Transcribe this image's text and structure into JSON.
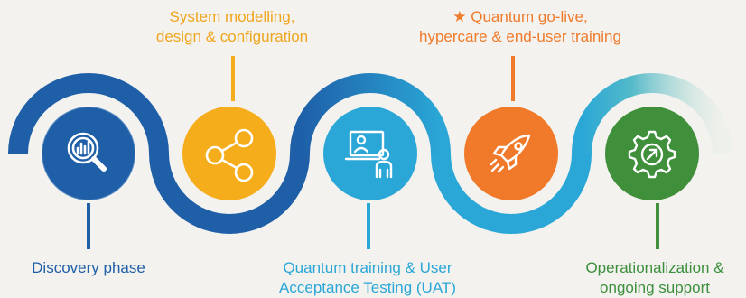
{
  "colors": {
    "background": "#f3f2ef",
    "step1": "#1e5fa8",
    "step2": "#f5ad1b",
    "step3": "#2aa7d6",
    "step4": "#f07a2a",
    "step5": "#3f8f3b",
    "label2": "#f0a51e",
    "label5": "#3c8f3c"
  },
  "steps": [
    {
      "label_lines": [
        "Discovery phase"
      ],
      "icon": "magnifier-chart-icon"
    },
    {
      "label_lines": [
        "System modelling,",
        "design & configuration"
      ],
      "icon": "share-nodes-icon"
    },
    {
      "label_lines": [
        "Quantum training & User",
        "Acceptance Testing (UAT)"
      ],
      "icon": "presentation-trainer-icon"
    },
    {
      "label_lines": [
        "★ Quantum go-live,",
        "hypercare & end-user training"
      ],
      "icon": "rocket-icon"
    },
    {
      "label_lines": [
        "Operationalization &",
        "ongoing support"
      ],
      "icon": "gear-arrow-icon"
    }
  ]
}
